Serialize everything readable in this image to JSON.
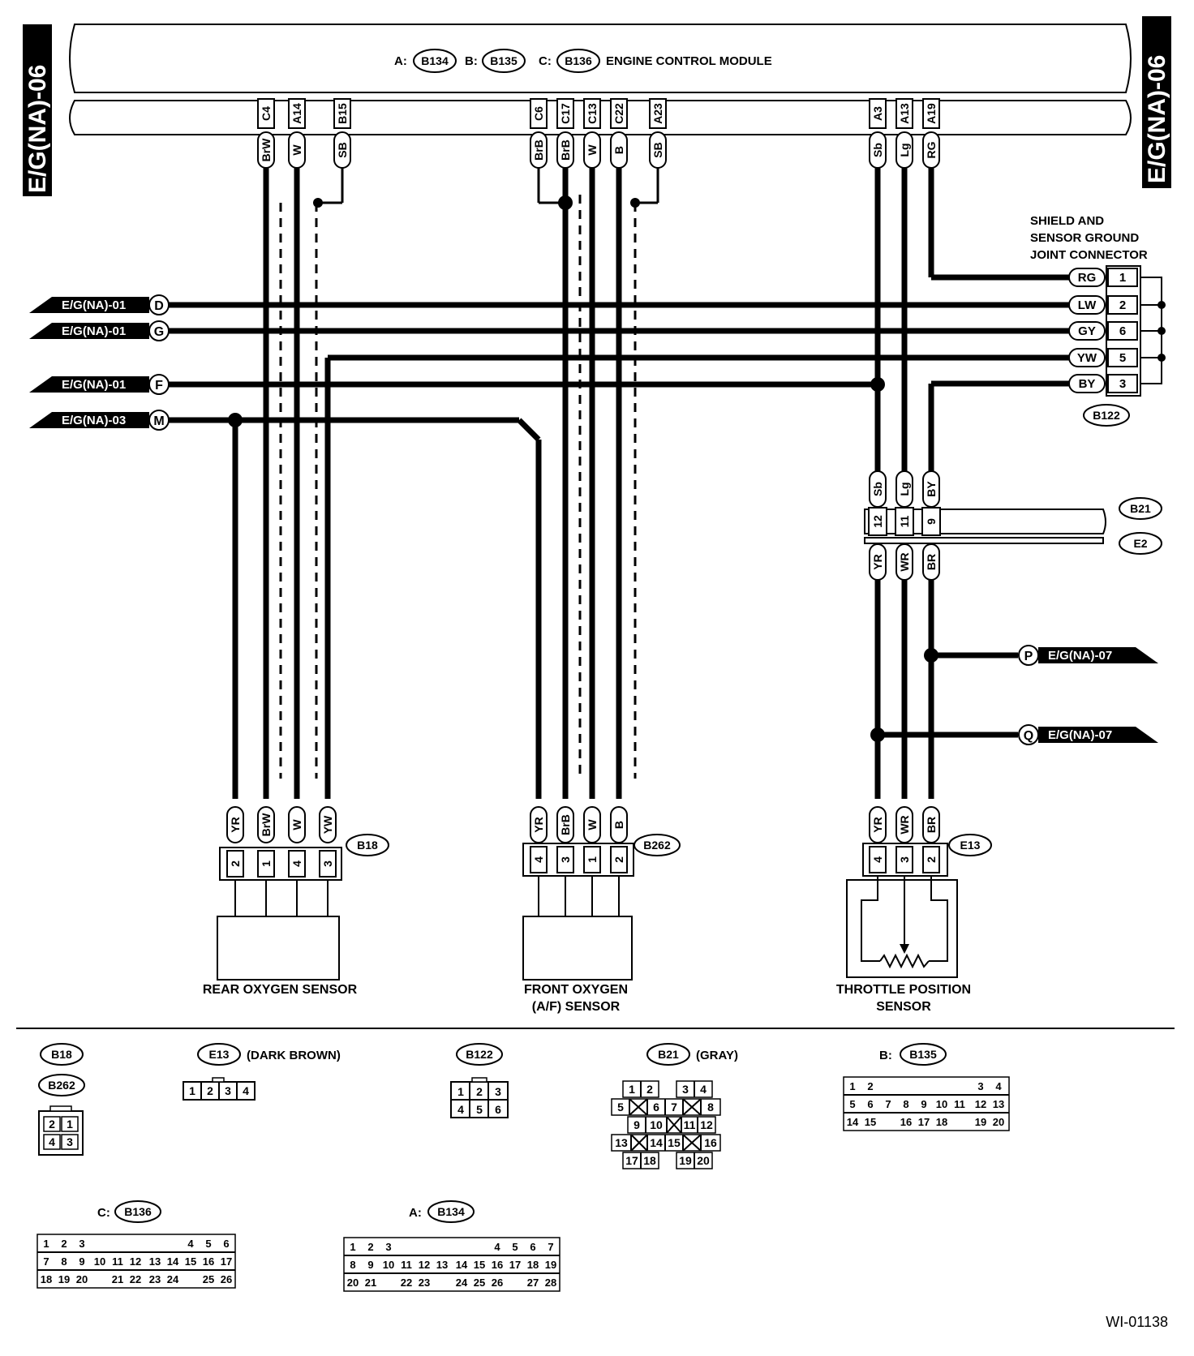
{
  "page_code": "E/G(NA)-06",
  "figure_id": "WI-01138",
  "ecm": {
    "conn_a": "A:",
    "conn_a_id": "B134",
    "conn_b": "B:",
    "conn_b_id": "B135",
    "conn_c": "C:",
    "conn_c_id": "B136",
    "title": "ENGINE CONTROL MODULE"
  },
  "ecm_pins": {
    "c4": {
      "pin": "C4",
      "color": "BrW"
    },
    "a14": {
      "pin": "A14",
      "color": "W"
    },
    "b15": {
      "pin": "B15",
      "color": "SB"
    },
    "c6": {
      "pin": "C6",
      "color": "BrB"
    },
    "c17": {
      "pin": "C17",
      "color": "BrB"
    },
    "c13": {
      "pin": "C13",
      "color": "W"
    },
    "c22": {
      "pin": "C22",
      "color": "B"
    },
    "a23": {
      "pin": "A23",
      "color": "SB"
    },
    "a3": {
      "pin": "A3",
      "color": "Sb"
    },
    "a13": {
      "pin": "A13",
      "color": "Lg"
    },
    "a19": {
      "pin": "A19",
      "color": "RG"
    }
  },
  "offpage": {
    "d": {
      "ref": "E/G(NA)-01",
      "letter": "D"
    },
    "g": {
      "ref": "E/G(NA)-01",
      "letter": "G"
    },
    "f": {
      "ref": "E/G(NA)-01",
      "letter": "F"
    },
    "m": {
      "ref": "E/G(NA)-03",
      "letter": "M"
    },
    "p": {
      "ref": "E/G(NA)-07",
      "letter": "P"
    },
    "q": {
      "ref": "E/G(NA)-07",
      "letter": "Q"
    }
  },
  "shield_joint": {
    "title_1": "SHIELD AND",
    "title_2": "SENSOR GROUND",
    "title_3": "JOINT CONNECTOR",
    "id": "B122",
    "rows": [
      {
        "color": "RG",
        "pin": "1"
      },
      {
        "color": "LW",
        "pin": "2"
      },
      {
        "color": "GY",
        "pin": "6"
      },
      {
        "color": "YW",
        "pin": "5"
      },
      {
        "color": "BY",
        "pin": "3"
      }
    ]
  },
  "b21": {
    "id": "B21",
    "id2": "E2",
    "top": [
      {
        "color": "Sb",
        "pin": "12"
      },
      {
        "color": "Lg",
        "pin": "11"
      },
      {
        "color": "BY",
        "pin": "9"
      }
    ],
    "bottom": [
      "YR",
      "WR",
      "BR"
    ]
  },
  "rear_sensor": {
    "id": "B18",
    "label": "REAR OXYGEN SENSOR",
    "wires": [
      {
        "color": "YR",
        "pin": "2"
      },
      {
        "color": "BrW",
        "pin": "1"
      },
      {
        "color": "W",
        "pin": "4"
      },
      {
        "color": "YW",
        "pin": "3"
      }
    ]
  },
  "front_sensor": {
    "id": "B262",
    "label_1": "FRONT OXYGEN",
    "label_2": "(A/F) SENSOR",
    "wires": [
      {
        "color": "YR",
        "pin": "4"
      },
      {
        "color": "BrB",
        "pin": "3"
      },
      {
        "color": "W",
        "pin": "1"
      },
      {
        "color": "B",
        "pin": "2"
      }
    ]
  },
  "tps": {
    "id": "E13",
    "label_1": "THROTTLE POSITION",
    "label_2": "SENSOR",
    "wires": [
      {
        "color": "YR",
        "pin": "4"
      },
      {
        "color": "WR",
        "pin": "3"
      },
      {
        "color": "BR",
        "pin": "2"
      }
    ]
  },
  "connector_views": {
    "b18": "B18",
    "b262": "B262",
    "e13": "E13",
    "e13_note": "(DARK BROWN)",
    "b122": "B122",
    "b21": "B21",
    "b21_note": "(GRAY)",
    "b135_prefix": "B:",
    "b135": "B135",
    "b136_prefix": "C:",
    "b136": "B136",
    "b134_prefix": "A:",
    "b134": "B134"
  },
  "colors": {
    "line": "#000000",
    "background": "#ffffff"
  }
}
